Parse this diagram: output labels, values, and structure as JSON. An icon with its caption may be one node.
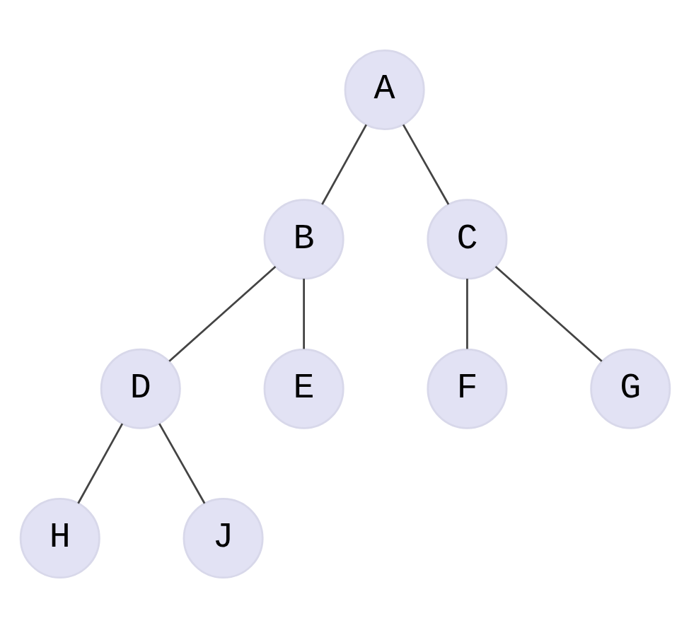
{
  "diagram": {
    "nodes": [
      {
        "text": [
          "A"
        ]
      },
      {
        "text": [
          "B"
        ]
      },
      {
        "text": [
          "C"
        ]
      },
      {
        "text": [
          "D"
        ]
      },
      {
        "text": [
          "E"
        ]
      },
      {
        "text": [
          "F"
        ]
      },
      {
        "text": [
          "G"
        ]
      },
      {
        "text": [
          "H"
        ]
      },
      {
        "text": [
          "J"
        ]
      }
    ],
    "edges": [
      {
        "from": 0,
        "to": 1,
        "arrow": "none"
      },
      {
        "from": 0,
        "to": 2,
        "arrow": "none"
      },
      {
        "from": 1,
        "to": 3,
        "arrow": "none"
      },
      {
        "from": 1,
        "to": 4,
        "arrow": "none"
      },
      {
        "from": 2,
        "to": 5,
        "arrow": "none"
      },
      {
        "from": 2,
        "to": 6,
        "arrow": "none"
      },
      {
        "from": 3,
        "to": 7,
        "arrow": "none"
      },
      {
        "from": 3,
        "to": 8,
        "arrow": "none"
      }
    ]
  }
}
